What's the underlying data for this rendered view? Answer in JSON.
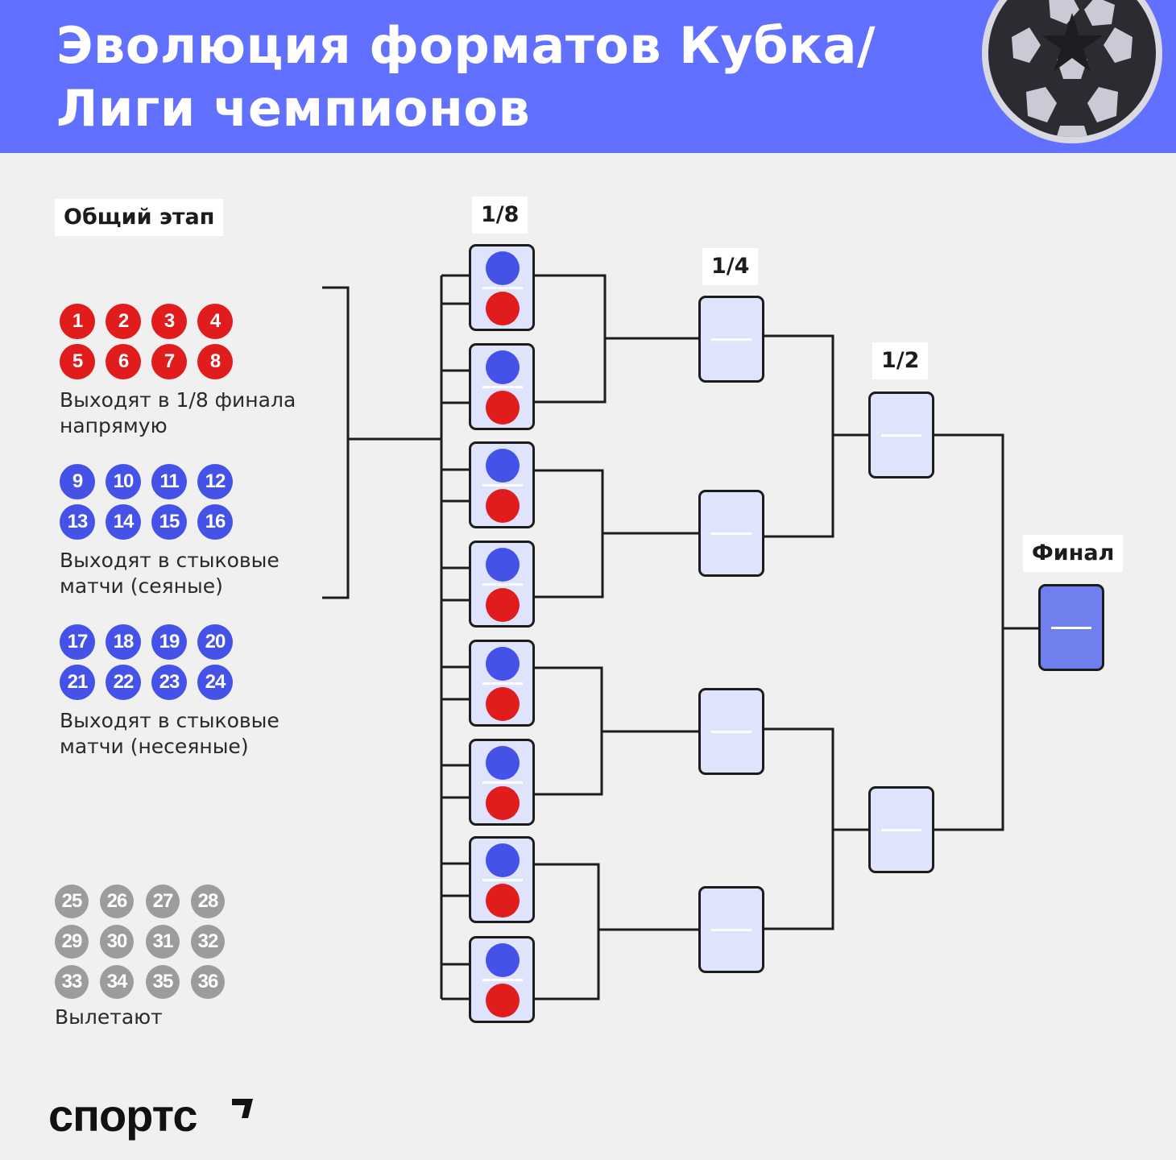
{
  "title": "Эволюция форматов Кубка/Лиги чемпионов",
  "stages": {
    "league": "Общий этап",
    "r16": "1/8",
    "qf": "1/4",
    "sf": "1/2",
    "final": "Финал"
  },
  "groups": [
    {
      "color": "#e01c1c",
      "chips": [
        "1",
        "2",
        "3",
        "4",
        "5",
        "6",
        "7",
        "8"
      ],
      "caption": "Выходят в 1/8 финала напрямую"
    },
    {
      "color": "#4552e8",
      "chips": [
        "9",
        "10",
        "11",
        "12",
        "13",
        "14",
        "15",
        "16"
      ],
      "caption": "Выходят в стыковые матчи (сеяные)"
    },
    {
      "color": "#4552e8",
      "chips": [
        "17",
        "18",
        "19",
        "20",
        "21",
        "22",
        "23",
        "24"
      ],
      "caption": "Выходят в стыковые матчи (несеяные)"
    },
    {
      "color": "#9c9c9c",
      "chips": [
        "25",
        "26",
        "27",
        "28",
        "29",
        "30",
        "31",
        "32",
        "33",
        "34",
        "35",
        "36"
      ],
      "caption": "Вылетают"
    }
  ],
  "brand": "спортс",
  "colors": {
    "header": "#6270ff",
    "background": "#f0f0f0",
    "seeded": "#4552e8",
    "direct": "#e01c1c",
    "eliminated": "#9c9c9c",
    "box": "#dfe3fb",
    "final_box": "#6f80ee"
  },
  "icons": [
    "ucl-starball-icon",
    "sports-logo-mark-icon"
  ]
}
